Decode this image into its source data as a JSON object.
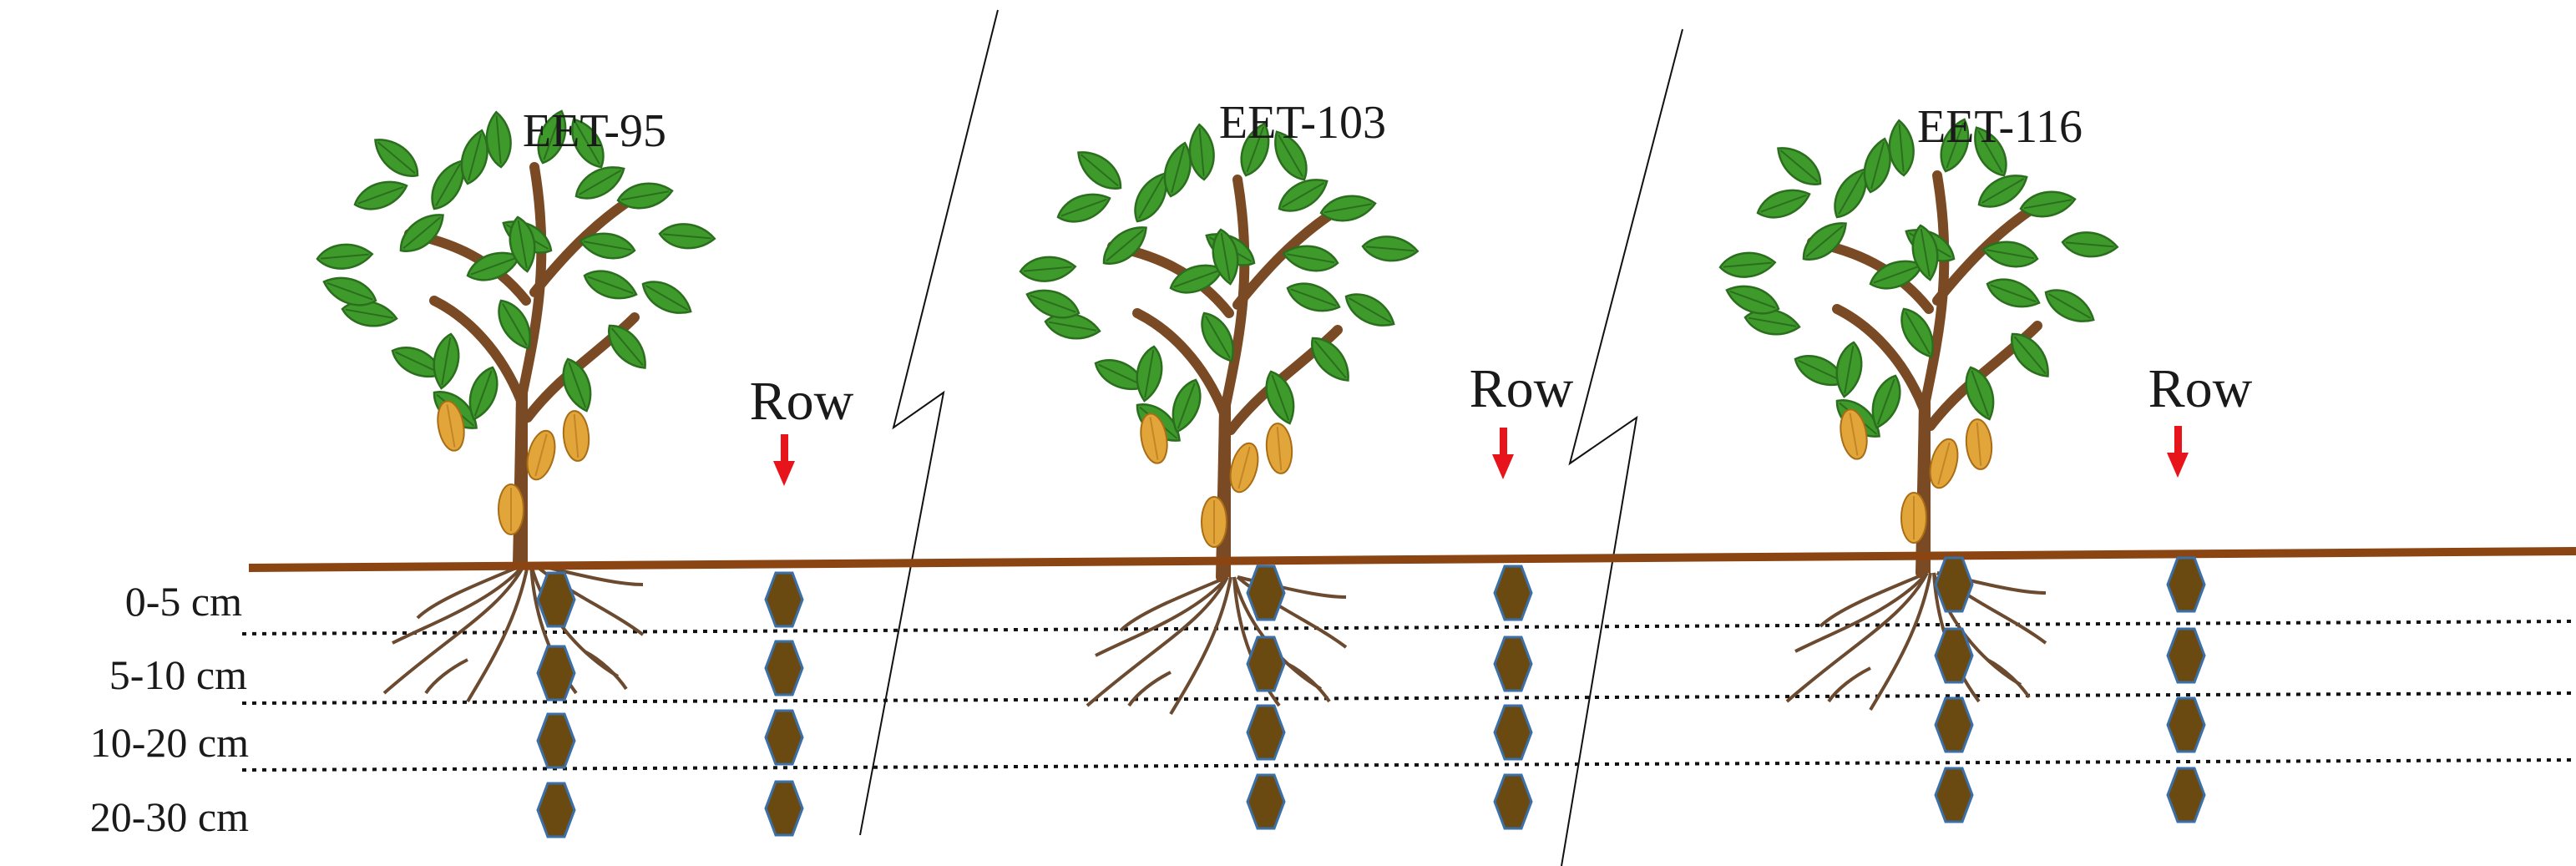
{
  "depths": [
    "0-5 cm",
    "5-10 cm",
    "10-20 cm",
    "20-30 cm"
  ],
  "clones": [
    {
      "label": "EET-95",
      "row_label": "Row"
    },
    {
      "label": "EET-103",
      "row_label": "Row"
    },
    {
      "label": "EET-116",
      "row_label": "Row"
    }
  ],
  "colors": {
    "ground": "#8b4513",
    "leaf": "#3f9a2c",
    "leaf_dark": "#2b6e1e",
    "trunk": "#7a4a24",
    "pod": "#e2a53a",
    "root": "#6b4a2f",
    "sample_fill": "#6b4a12",
    "sample_stroke": "#3b6fa8",
    "arrow": "#e8141c"
  }
}
